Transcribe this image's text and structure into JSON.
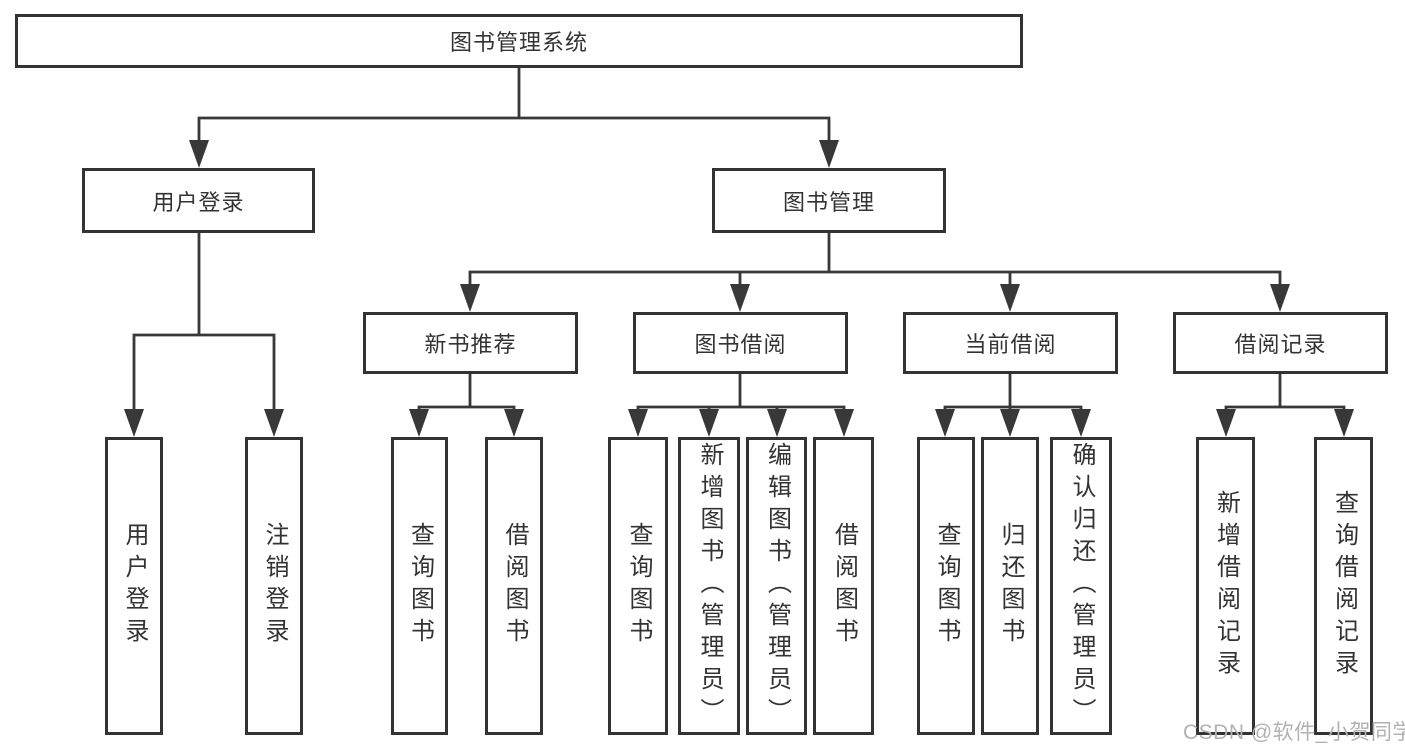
{
  "diagram": {
    "title": "图书管理系统",
    "watermark": "CSDN @软件_小贺同学",
    "colors": {
      "line": "#383838",
      "border": "#333333",
      "text": "#333333",
      "box_background": "#ffffff",
      "page_background": "#ffffff",
      "watermark_text": "#b2b2b2"
    },
    "root": {
      "label": "图书管理系统"
    },
    "level2": [
      {
        "id": "user-login",
        "label": "用户登录"
      },
      {
        "id": "book-management",
        "label": "图书管理"
      }
    ],
    "user_login_children": [
      {
        "label": "用户登录"
      },
      {
        "label": "注销登录"
      }
    ],
    "level3": [
      {
        "id": "new-book-recommend",
        "label": "新书推荐",
        "children": [
          {
            "label": "查询图书"
          },
          {
            "label": "借阅图书"
          }
        ]
      },
      {
        "id": "book-borrow",
        "label": "图书借阅",
        "children": [
          {
            "label": "查询图书"
          },
          {
            "label": "新增图书（管理员）"
          },
          {
            "label": "编辑图书（管理员）"
          },
          {
            "label": "借阅图书"
          }
        ]
      },
      {
        "id": "current-borrow",
        "label": "当前借阅",
        "children": [
          {
            "label": "查询图书"
          },
          {
            "label": "归还图书"
          },
          {
            "label": "确认归还（管理员）"
          }
        ]
      },
      {
        "id": "borrow-records",
        "label": "借阅记录",
        "children": [
          {
            "label": "新增借阅记录"
          },
          {
            "label": "查询借阅记录"
          }
        ]
      }
    ]
  }
}
